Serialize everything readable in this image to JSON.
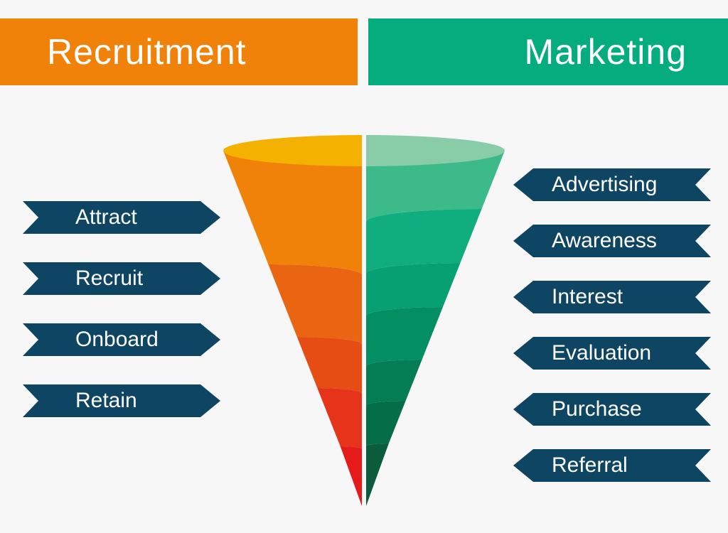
{
  "header": {
    "left": {
      "title": "Recruitment",
      "color": "#f0820a"
    },
    "right": {
      "title": "Marketing",
      "color": "#05ad7e"
    }
  },
  "tag_color": "#0e4562",
  "recruitment_stages": [
    {
      "label": "Attract",
      "color": "#f0820a"
    },
    {
      "label": "Recruit",
      "color": "#ea6512"
    },
    {
      "label": "Onboard",
      "color": "#e64d14"
    },
    {
      "label": "Retain",
      "color": "#e5341a"
    }
  ],
  "recruitment_tip_color": "#e51b1b",
  "recruitment_top_color": "#f5b100",
  "marketing_stages": [
    {
      "label": "Advertising",
      "color": "#3dba8a"
    },
    {
      "label": "Awareness",
      "color": "#10ad7e"
    },
    {
      "label": "Interest",
      "color": "#07a072"
    },
    {
      "label": "Evaluation",
      "color": "#048f63"
    },
    {
      "label": "Purchase",
      "color": "#047d55"
    },
    {
      "label": "Referral",
      "color": "#066d49"
    }
  ],
  "marketing_tip_color": "#0a5c3c",
  "marketing_top_color": "#88cca8"
}
